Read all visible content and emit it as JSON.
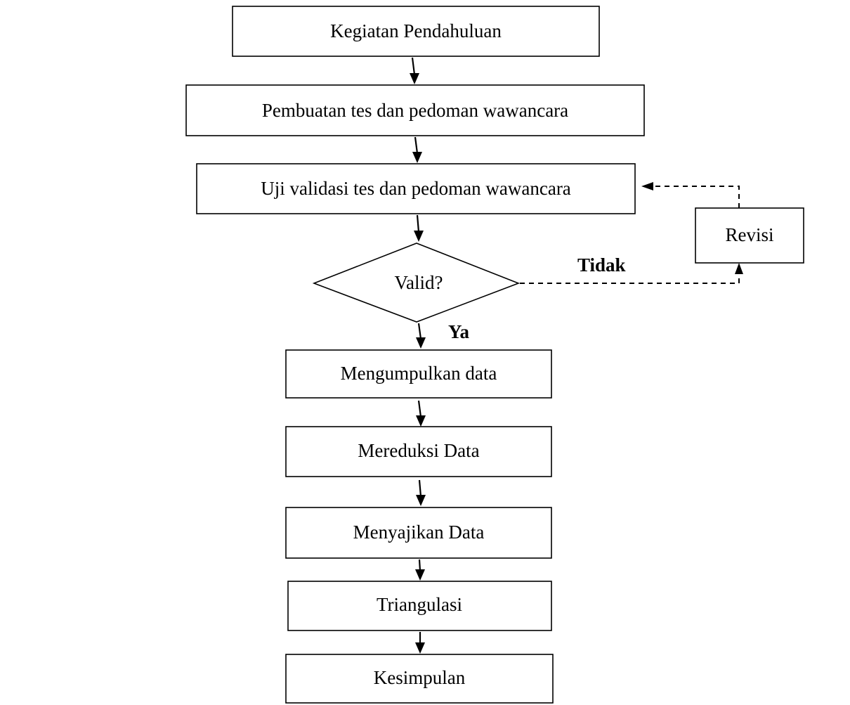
{
  "diagram": {
    "nodes": {
      "kegiatan": "Kegiatan Pendahuluan",
      "pembuatan": "Pembuatan tes dan pedoman wawancara",
      "uji": "Uji validasi tes  dan pedoman wawancara",
      "valid": "Valid?",
      "revisi": "Revisi",
      "mengumpulkan": "Mengumpulkan data",
      "mereduksi": "Mereduksi Data",
      "menyajikan": "Menyajikan Data",
      "triangulasi": "Triangulasi",
      "kesimpulan": "Kesimpulan"
    },
    "edge_labels": {
      "no": "Tidak",
      "yes": "Ya"
    }
  }
}
